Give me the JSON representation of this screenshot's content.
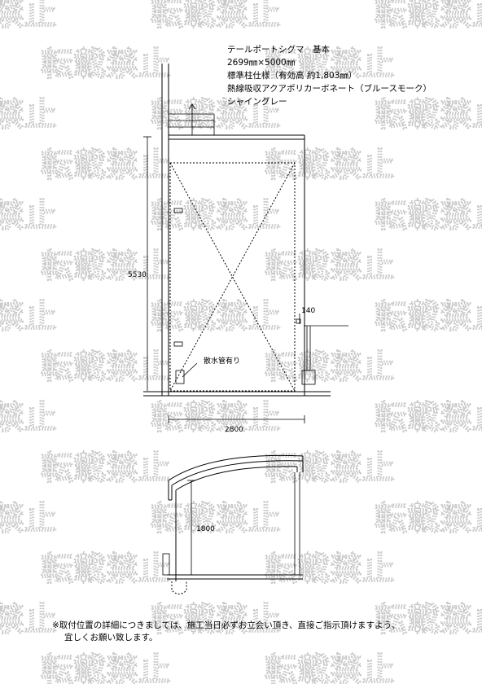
{
  "watermark": {
    "text": "転載禁止"
  },
  "spec": {
    "lines": [
      "テールポートシグマ　基本",
      "2699㎜×5000㎜",
      "標準柱仕様（有効高 約1,803㎜）",
      "熱線吸収アクアポリカーボネート（ブルースモーク）",
      "シャイングレー"
    ]
  },
  "plan": {
    "dim_depth": "5530",
    "dim_width": "2800",
    "dim_offset": "140",
    "drain_label": "散水管有り"
  },
  "elevation": {
    "dim_height": "1800"
  },
  "note": {
    "line1": "※取付位置の詳細につきましては、施工当日必ずお立会い頂き、直接ご指示頂けますよう、",
    "line2": "宜しくお願い致します。"
  }
}
